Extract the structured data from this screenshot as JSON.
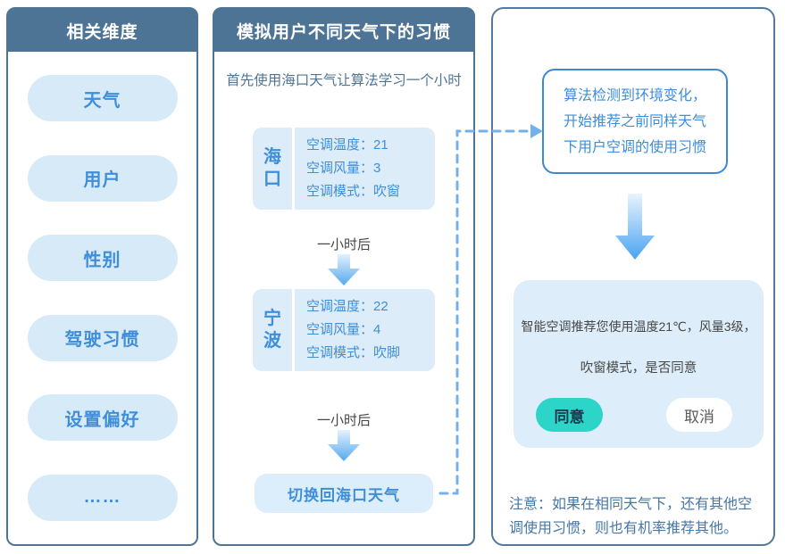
{
  "left_panel": {
    "title": "相关维度",
    "items": [
      "天气",
      "用户",
      "性别",
      "驾驶习惯",
      "设置偏好",
      "……"
    ]
  },
  "middle_panel": {
    "title": "模拟用户不同天气下的习惯",
    "intro": "首先使用海口天气让算法学习一个小时",
    "interval_label": "一小时后",
    "steps": [
      {
        "city": "海口",
        "rows": [
          "空调温度：21",
          "空调风量：3",
          "空调模式：吹窗"
        ]
      },
      {
        "city": "宁波",
        "rows": [
          "空调温度：22",
          "空调风量：4",
          "空调模式：吹脚"
        ]
      }
    ],
    "switch_button": "切换回海口天气"
  },
  "right_panel": {
    "bubble_lines": [
      "算法检测到环境变化，",
      "开始推荐之前同样天气",
      "下用户空调的使用习惯"
    ],
    "recommendation": {
      "line1": "智能空调推荐您使用温度21℃，风量3级，",
      "line2": "吹窗模式，是否同意",
      "agree_label": "同意",
      "cancel_label": "取消"
    },
    "note": "注意：如果在相同天气下，还有其他空调使用习惯，则也有机率推荐其他。"
  },
  "colors": {
    "header_bg": "#4e7495",
    "panel_border": "#4e7495",
    "pill_bg": "#d7eaf8",
    "blue_text": "#3e8ed9",
    "card_bg": "#dcedf9",
    "bubble_border": "#3f87d2",
    "recommend_card_bg": "#ddeefa",
    "agree_bg": "#2dd4c8",
    "note_text": "#4677a5",
    "connector": "#72b1ec"
  }
}
